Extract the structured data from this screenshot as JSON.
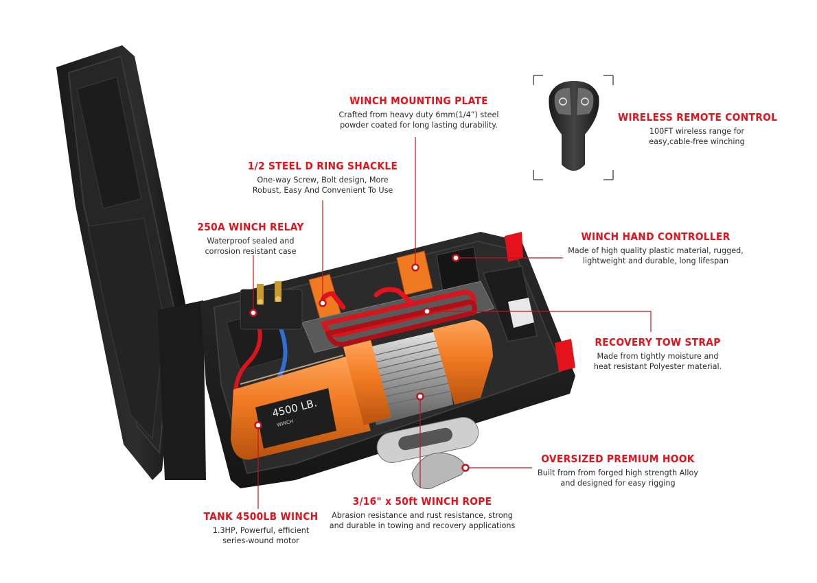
{
  "callouts": {
    "mounting_plate": {
      "title": "WINCH MOUNTING PLATE",
      "desc": "Crafted from heavy duty 6mm(1/4”) steel\npowder coated for long lasting durability."
    },
    "remote": {
      "title": "WIRELESS REMOTE CONTROL",
      "desc": "100FT wireless range for\neasy,cable-free winching"
    },
    "shackle": {
      "title": "1/2 STEEL D RING SHACKLE",
      "desc": "One-way Screw, Bolt design, More\nRobust, Easy And Convenient To Use"
    },
    "relay": {
      "title": "250A WINCH RELAY",
      "desc": "Waterproof sealed and\ncorrosion resistant case"
    },
    "hand_controller": {
      "title": "WINCH HAND CONTROLLER",
      "desc": "Made of high quality plastic material, rugged,\nlightweight and durable, long lifespan"
    },
    "tow_strap": {
      "title": "RECOVERY TOW STRAP",
      "desc": "Made from tightly moisture and\nheat resistant Polyester material."
    },
    "hook": {
      "title": "OVERSIZED PREMIUM HOOK",
      "desc": "Built from from forged  high strength Alloy\nand designed for easy rigging"
    },
    "rope": {
      "title": "3/16\" x 50ft WINCH ROPE",
      "desc": "Abrasion resistance and rust resistance, strong\nand durable in towing and recovery applications"
    },
    "winch": {
      "title": "TANK 4500LB WINCH",
      "desc": "1.3HP, Powerful, efficient\nseries-wound motor"
    }
  },
  "winch_label": {
    "rating": "4500 LB.",
    "sub": "WINCH"
  },
  "colors": {
    "accent_red": "#e3121b",
    "case_black": "#1f1f1f",
    "winch_orange": "#f07a22"
  }
}
